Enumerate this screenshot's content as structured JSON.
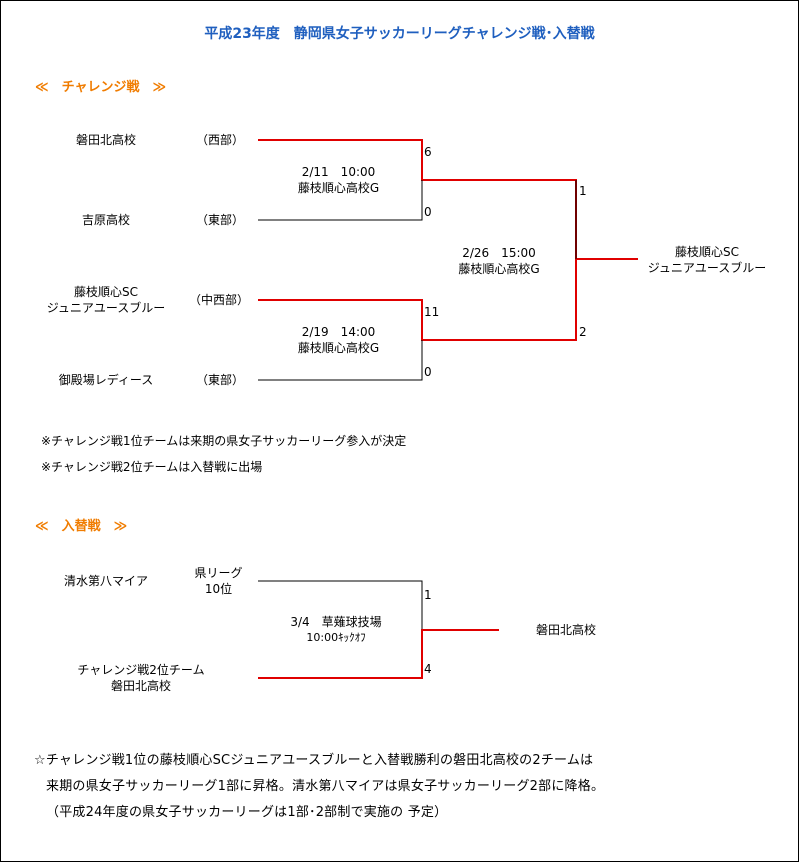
{
  "title": "平成23年度　静岡県女子サッカーリーグチャレンジ戦･入替戦",
  "colors": {
    "title": "#1f5fbf",
    "section": "#f07c00",
    "winner_line": "#e00000",
    "loser_line": "#000000"
  },
  "challenge": {
    "heading": "≪　チャレンジ戦　≫",
    "teams": [
      {
        "name": "磐田北高校",
        "region": "（西部）"
      },
      {
        "name": "吉原高校",
        "region": "（東部）"
      },
      {
        "name_line1": "藤枝順心SC",
        "name_line2": "ジュニアユースブルー",
        "region": "（中西部）"
      },
      {
        "name": "御殿場レディース",
        "region": "（東部）"
      }
    ],
    "match1": {
      "date": "2/11　10:00",
      "venue": "藤枝順心高校G",
      "score_top": "6",
      "score_bottom": "0"
    },
    "match2": {
      "date": "2/19　14:00",
      "venue": "藤枝順心高校G",
      "score_top": "11",
      "score_bottom": "0"
    },
    "final": {
      "date": "2/26　15:00",
      "venue": "藤枝順心高校G",
      "score_top": "1",
      "score_bottom": "2"
    },
    "winner": {
      "line1": "藤枝順心SC",
      "line2": "ジュニアユースブルー"
    },
    "notes": [
      "※チャレンジ戦1位チームは来期の県女子サッカーリーグ参入が決定",
      "※チャレンジ戦2位チームは入替戦に出場"
    ]
  },
  "replacement": {
    "heading": "≪　入替戦　≫",
    "team_top": {
      "name": "清水第八マイア",
      "rank_line1": "県リーグ",
      "rank_line2": "10位"
    },
    "team_bottom": {
      "line1": "チャレンジ戦2位チーム",
      "line2": "磐田北高校"
    },
    "match": {
      "date": "3/4　草薙球技場",
      "time": "10:00ｷｯｸｵﾌ",
      "score_top": "1",
      "score_bottom": "4"
    },
    "winner": "磐田北高校"
  },
  "footer": [
    "☆チャレンジ戦1位の藤枝順心SCジュニアユースブルーと入替戦勝利の磐田北高校の2チームは",
    "来期の県女子サッカーリーグ1部に昇格。清水第八マイアは県女子サッカーリーグ2部に降格。",
    "（平成24年度の県女子サッカーリーグは1部･2部制で実施の 予定）"
  ]
}
